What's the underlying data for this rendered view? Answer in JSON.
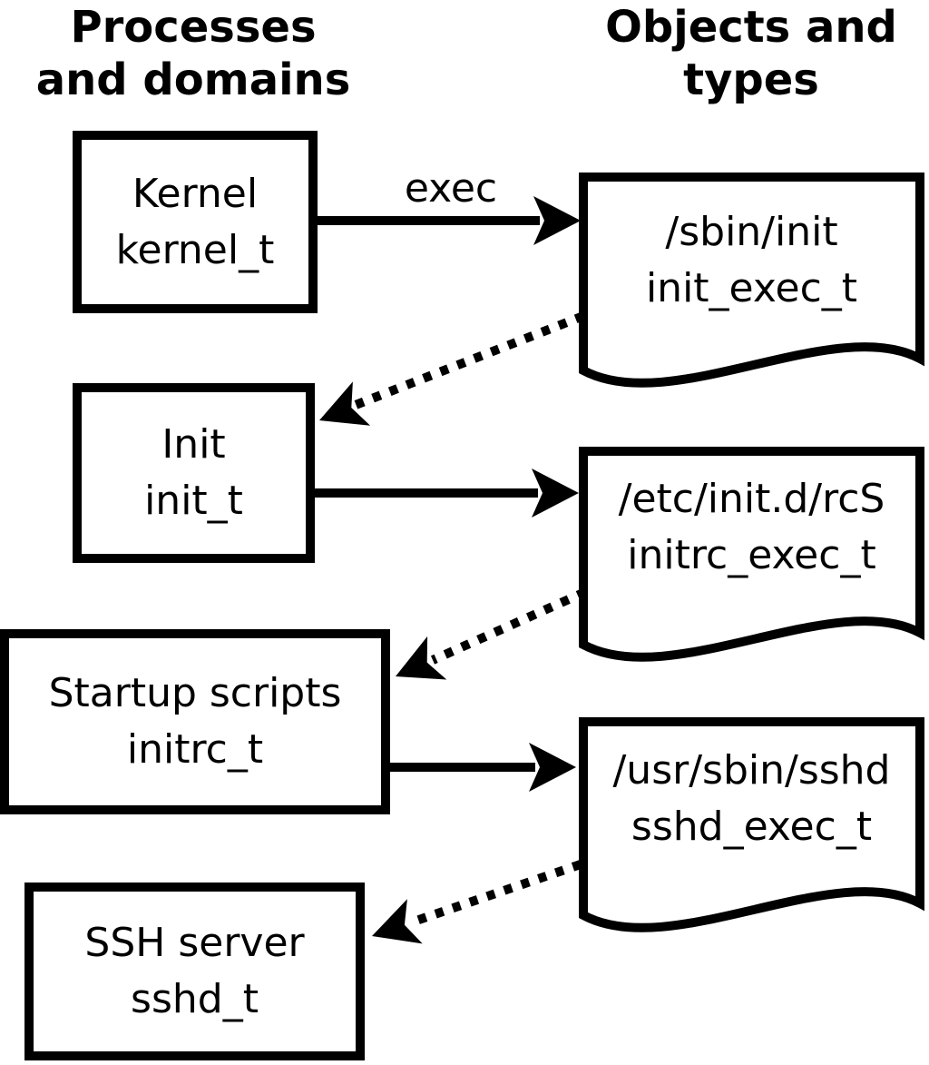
{
  "diagram": {
    "colors": {
      "stroke": "#000000",
      "background": "#ffffff"
    },
    "column_headers": {
      "left": {
        "line1": "Processes",
        "line2": "and domains"
      },
      "right": {
        "line1": "Objects and",
        "line2": "types"
      }
    },
    "process_boxes": [
      {
        "label": "Kernel",
        "type": "kernel_t"
      },
      {
        "label": "Init",
        "type": "init_t"
      },
      {
        "label": "Startup scripts",
        "type": "initrc_t"
      },
      {
        "label": "SSH server",
        "type": "sshd_t"
      }
    ],
    "object_docs": [
      {
        "path": "/sbin/init",
        "type": "init_exec_t"
      },
      {
        "path": "/etc/init.d/rcS",
        "type": "initrc_exec_t"
      },
      {
        "path": "/usr/sbin/sshd",
        "type": "sshd_exec_t"
      }
    ],
    "arrow_labels": {
      "exec": "exec"
    }
  }
}
